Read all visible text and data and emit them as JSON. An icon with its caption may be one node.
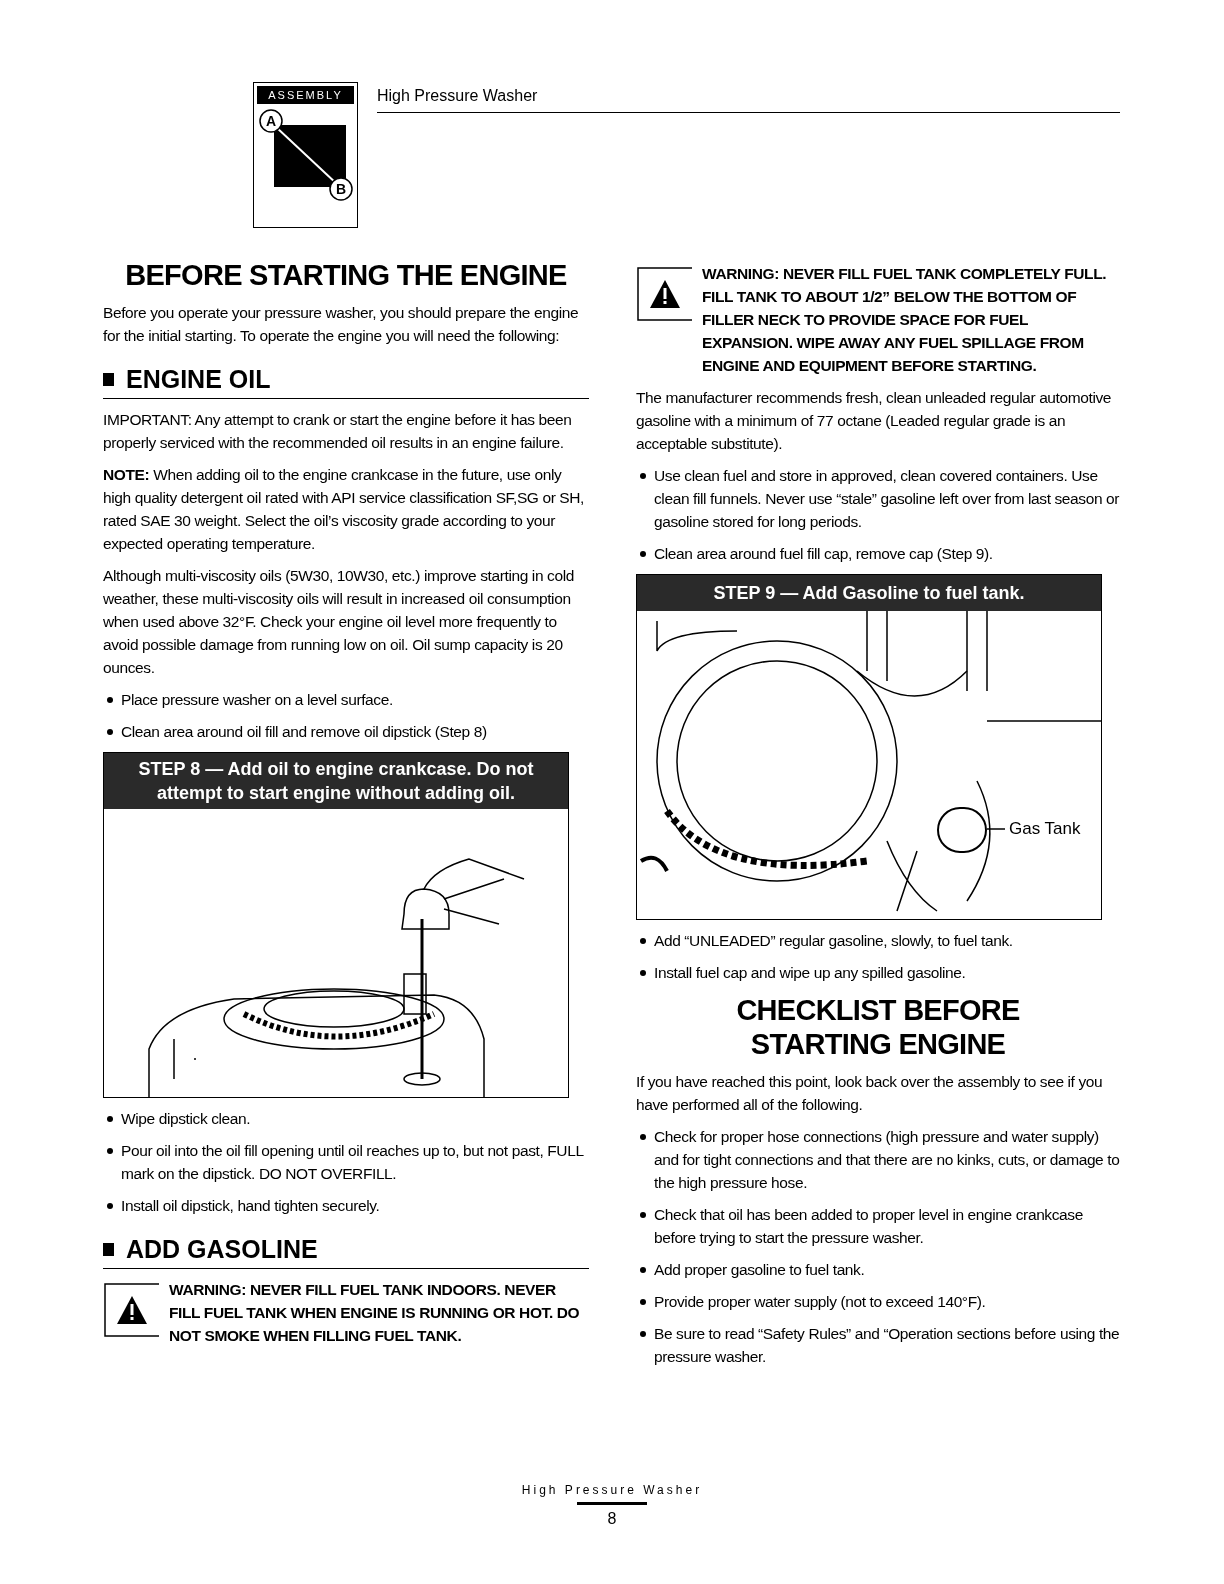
{
  "diagram": {
    "nodes": [
      {
        "text": [
          "STEP 8 — Add oil to engine crankcase. Do not attempt to start engine without adding oil."
        ]
      },
      {
        "text": [
          "STEP 9 — Add Gasoline to fuel tank."
        ]
      },
      {
        "text": [
          "Gas Tank"
        ],
        "in": 1
      },
      {
        "text": [],
        "shape": "picture",
        "in": 1
      }
    ],
    "edges": [
      {
        "from": 2,
        "to": 3,
        "arrow": "none"
      }
    ],
    "labels": [
      "High Pressure Washer",
      "ASSEMBLY",
      "A",
      "B",
      "BEFORE STARTING THE ENGINE",
      "Before you operate your pressure washer, you should prepare the engine for the initial starting. To operate the engine you will need the following:",
      "ENGINE OIL",
      "IMPORTANT: Any attempt to crank or start the engine before it has been properly serviced with the recommended oil results in an engine failure.",
      "**NOTE:** When adding oil to the engine crankcase in the future, use only high quality detergent oil rated with API service classification SF,SG or SH, rated SAE 30 weight. Select the oil’s viscosity grade according to your expected operating temperature.",
      "Although multi-viscosity oils (5W30, 10W30, etc.) improve starting in cold weather, these multi-viscosity oils will result in increased oil consumption when used above 32°F. Check your engine oil level more frequently to avoid possible damage from running low on oil. Oil sump capacity is 20 ounces.",
      "Place pressure washer on a level surface.",
      "Clean area around oil fill and remove oil dipstick (Step 8)",
      "Wipe dipstick clean.",
      "Pour oil into the oil fill opening until oil reaches up to, but not past, FULL mark on the dipstick. DO NOT OVERFILL.",
      "Install oil dipstick, hand tighten securely.",
      "ADD GASOLINE",
      "WARNING: NEVER FILL FUEL TANK INDOORS. NEVER FILL FUEL TANK WHEN ENGINE IS RUNNING OR HOT. DO NOT SMOKE WHEN FILLING FUEL TANK.",
      "WARNING: NEVER FILL FUEL TANK COMPLETELY FULL. FILL TANK TO ABOUT 1/2” BELOW THE BOTTOM OF FILLER NECK TO PROVIDE SPACE FOR FUEL EXPANSION. WIPE AWAY ANY FUEL SPILLAGE FROM ENGINE AND EQUIPMENT BEFORE STARTING.",
      "The manufacturer recommends fresh, clean unleaded regular automotive gasoline with a minimum of 77 octane (Leaded regular grade is an acceptable substitute).",
      "Use clean fuel and store in approved, clean covered containers. Use clean fill funnels. Never use “stale” gasoline left over from last season or gasoline stored for long periods.",
      "Clean area around fuel fill cap, remove cap (Step 9).",
      "Add “UNLEADED” regular gasoline, slowly, to fuel tank.",
      "Install fuel cap and wipe up any spilled gasoline.",
      "CHECKLIST BEFORE STARTING ENGINE",
      "If you have reached this point, look back over the assembly to see if you have performed all of the following.",
      "Check for proper hose connections (high pressure and water supply) and for tight connections and that there are no kinks, cuts, or damage to the high pressure hose.",
      "Check that oil has been added to proper level in engine crankcase before trying to start the pressure washer.",
      "Add proper gasoline to fuel tank.",
      "Provide proper water supply (not to exceed 140°F).",
      "Be sure to read “Safety Rules” and “Operation sections before using the pressure washer.",
      "High Pressure Washer",
      "8"
    ]
  }
}
